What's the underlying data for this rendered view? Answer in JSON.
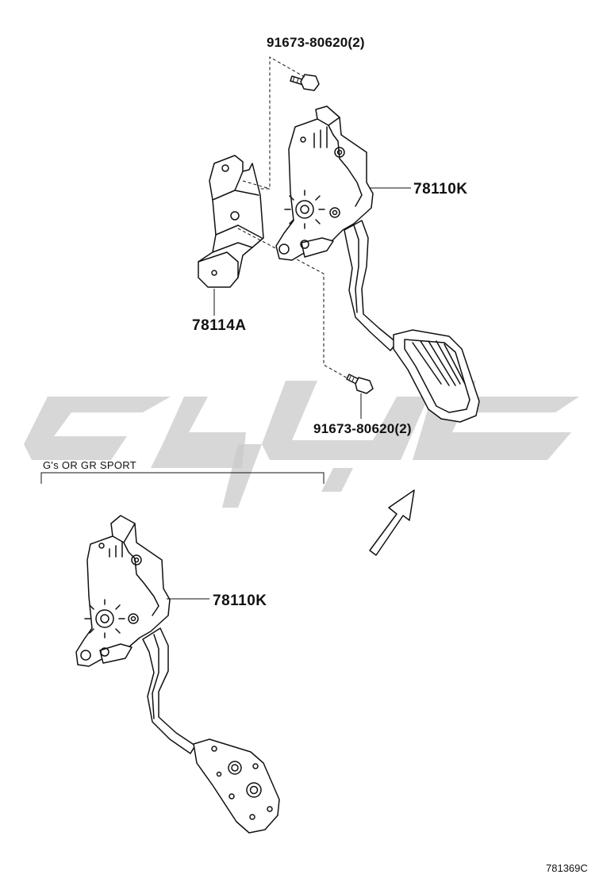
{
  "diagram": {
    "labels": {
      "bolt_top": "91673-80620(2)",
      "pedal_top": "78110K",
      "bracket": "78114A",
      "bolt_bottom": "91673-80620(2)",
      "pedal_bottom": "78110K"
    },
    "variant_note": "G's OR GR SPORT",
    "figure_code": "781369C"
  }
}
